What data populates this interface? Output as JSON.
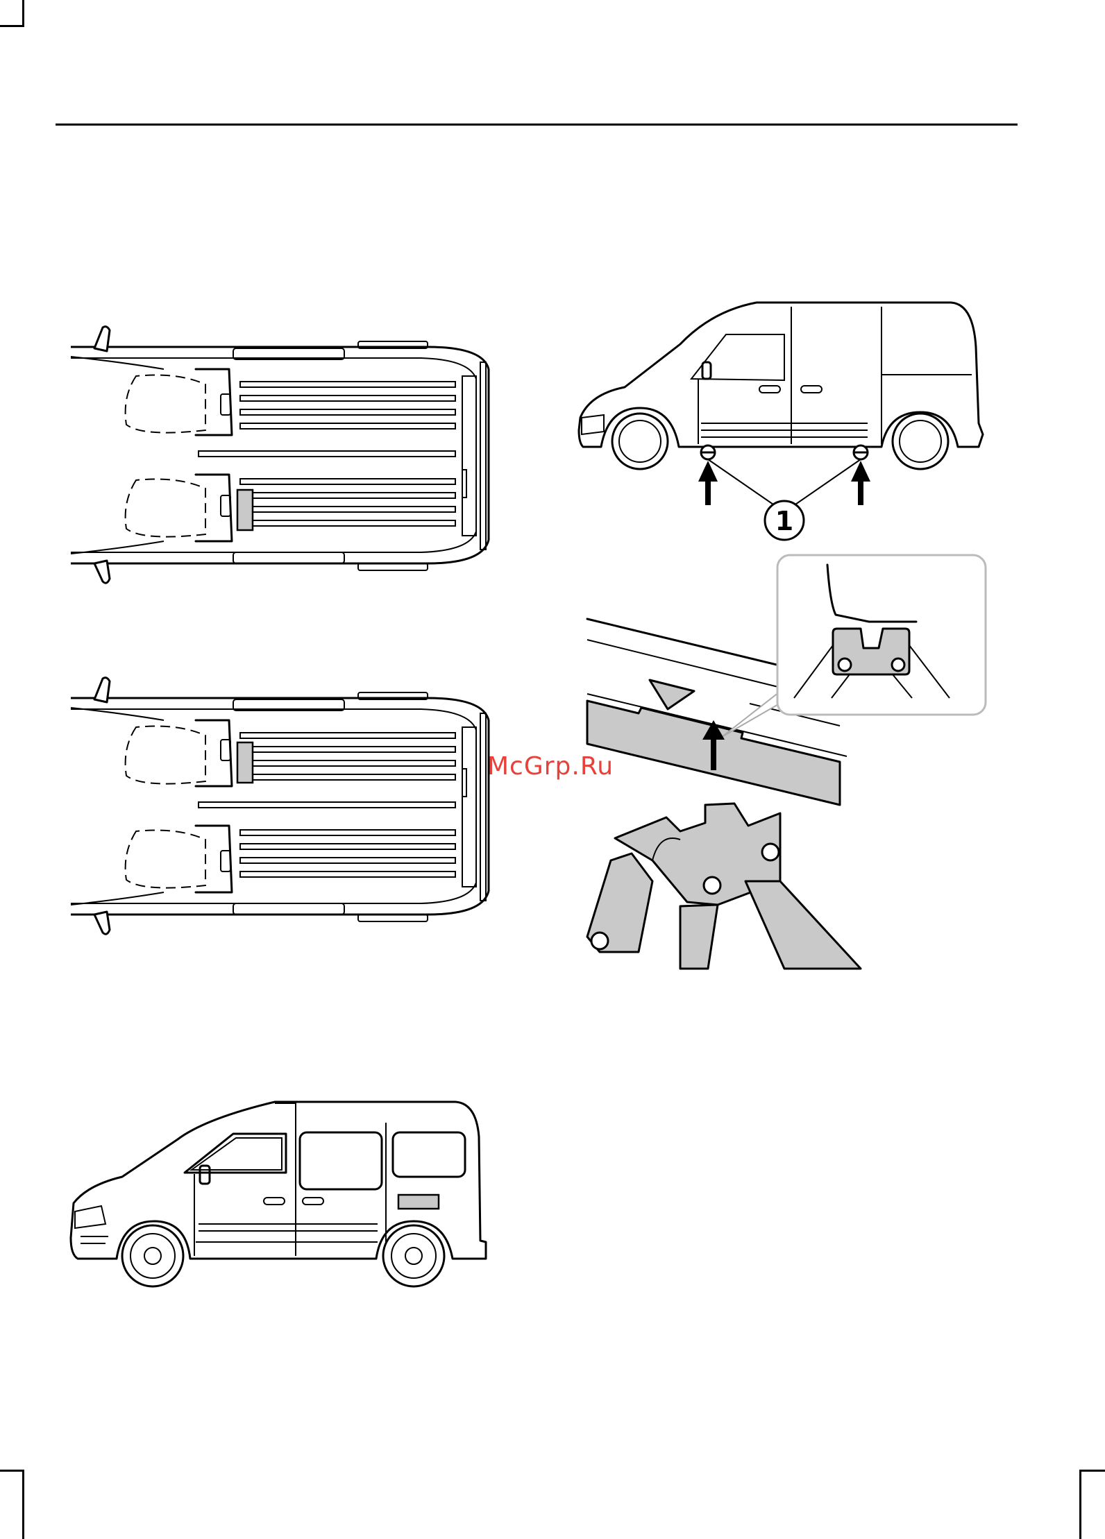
{
  "page": {
    "watermark": "McGrp.Ru"
  },
  "figures": {
    "top_view_1": {
      "name": "top-view-van-label-right-seat"
    },
    "top_view_2": {
      "name": "top-view-van-label-left-seat"
    },
    "side_view_passenger": {
      "name": "side-view-van-windows-label"
    },
    "side_view_jacking": {
      "name": "side-view-van-jacking-points",
      "callout": "1"
    },
    "jack_detail": {
      "name": "jack-head-detail"
    }
  },
  "colors": {
    "label_fill": "#c9c9c9",
    "line": "#000000",
    "watermark": "#e8403a"
  }
}
